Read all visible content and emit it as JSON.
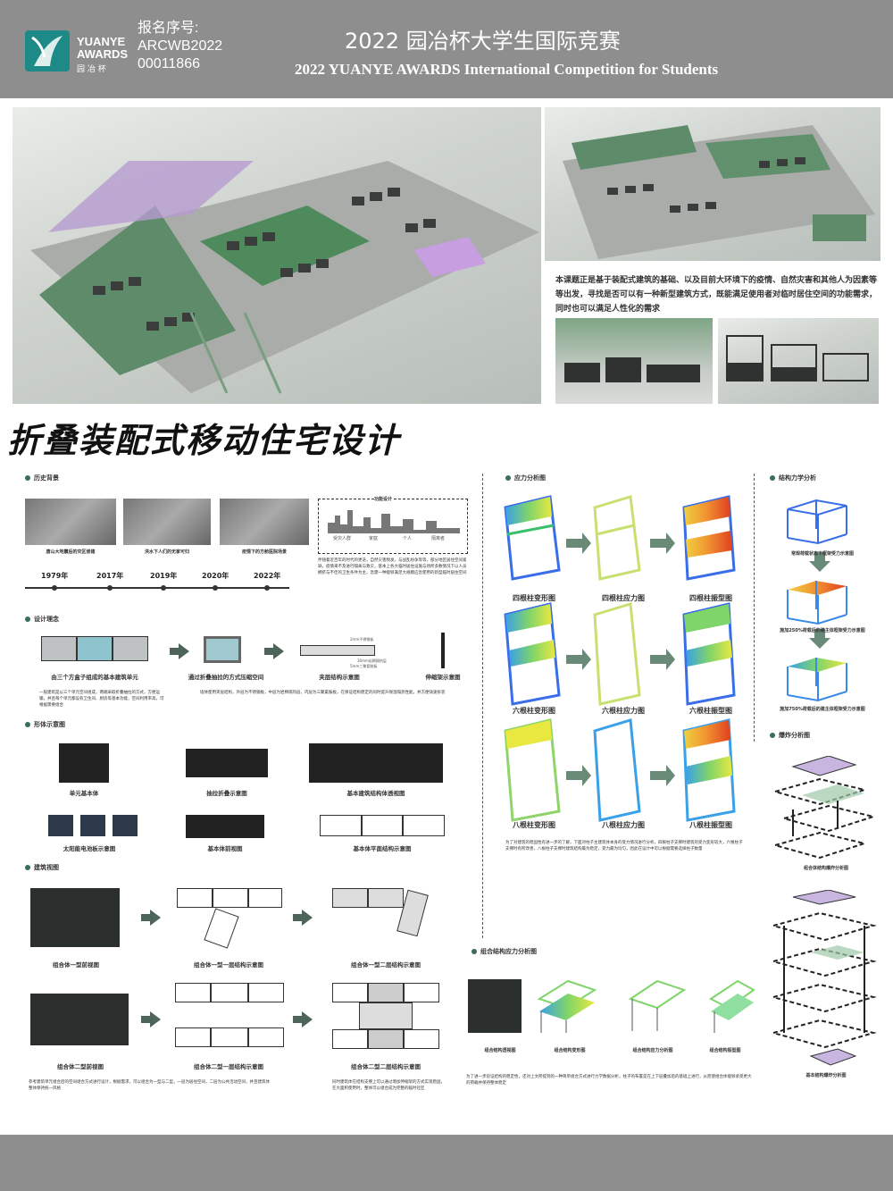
{
  "header": {
    "logo_line1": "YUANYE",
    "logo_line2": "AWARDS",
    "logo_sub": "园 冶 杯",
    "reg_label": "报名序号:",
    "reg_number_1": "ARCWB2022",
    "reg_number_2": "00011866",
    "title_cn": "2022 园冶杯大学生国际竞赛",
    "title_en": "2022 YUANYE AWARDS International Competition for  Students"
  },
  "intro_text": "本课题正是基于装配式建筑的基础、以及目前大环境下的疫情、自然灾害和其他人为因素等等出发，寻找是否可以有一种新型建筑方式，既能满足使用者对临时居住空间的功能需求，同时也可以满足人性化的需求",
  "main_title": "折叠装配式移动住宅设计",
  "history": {
    "heading": "历史背景",
    "photos": [
      {
        "caption": "唐山大地震后的灾区修建"
      },
      {
        "caption": "洪水下人们的无家可归"
      },
      {
        "caption": "疫情下的方舱医院场景"
      }
    ],
    "timeline": [
      "1979年",
      "2017年",
      "2019年",
      "2020年",
      "2022年"
    ],
    "design_box_title": "功能设计",
    "design_box_labels": [
      "受灾人群",
      "家庭",
      "个人",
      "隔离者"
    ],
    "design_text": "伴随着近百年的时代的更迭，自然灾害频发，与战乱纷争等等，部分地区居住空间紧缺，疫情来不及进行隔离与救灾，基本上各大临时居住设施与场所多数情况下以人员拥挤与不佳的卫生条件为主，急需一种能够满足大规模应急使用的新型临时居住空间"
  },
  "concept": {
    "heading": "设计理念",
    "items": [
      {
        "caption": "由三个方盒子组成的基本建筑单元"
      },
      {
        "caption": "通过折叠抽拉的方式压缩空间"
      },
      {
        "caption": "夹层结构示意图"
      },
      {
        "caption": "伸缩架示意图"
      }
    ],
    "layer_labels": [
      "2mm不锈钢板",
      "30mm岩棉隔热层",
      "5mm三聚氰胺板"
    ],
    "text_1": "一般建筑是以三个单元空间组成，两端采取折叠抽拉的方式，方便运输，并且每个单元都设有卫生间、厨房等基本功能，空间利用率高，可根据需要组合",
    "text_2": "墙体使用夹层结构，外层为不锈钢板，中层为岩棉隔热层，内层为三聚氰胺板，在保证结构稳定的同时提升保温隔热性能，并方便快速拆装"
  },
  "form": {
    "heading": "形体示意图",
    "items": [
      {
        "caption": "单元基本体"
      },
      {
        "caption": "抽拉折叠示意图"
      },
      {
        "caption": "基本建筑结构体透视图"
      },
      {
        "caption": "太阳能电池板示意图"
      },
      {
        "caption": "基本体前视图"
      },
      {
        "caption": "基本体平面结构示意图"
      }
    ]
  },
  "views": {
    "heading": "建筑视图",
    "items": [
      {
        "caption": "组合体一型前视图"
      },
      {
        "caption": "组合体一型一层结构示意图"
      },
      {
        "caption": "组合体一型二层结构示意图"
      },
      {
        "caption": "组合体二型前视图"
      },
      {
        "caption": "组合体二型一层结构示意图"
      },
      {
        "caption": "组合体二型二层结构示意图"
      }
    ],
    "text_1": "参考建筑单元组合后的空间组合方式进行设计，根据需求，可以组合为一型与二型，一层为居住空间，二层为公共活动空间，并且建筑体整体保持统一风格",
    "text_2": "同时建筑体在结构支撑上可以通过增加伸缩架的方式实现稳固，在大面积使用时，整体可以组合成为完整的临时社区"
  },
  "stress": {
    "heading": "应力分析图",
    "rows": [
      [
        "四根柱变形图",
        "四根柱应力图",
        "四根柱振型图"
      ],
      [
        "六根柱变形图",
        "六根柱应力图",
        "六根柱振型图"
      ],
      [
        "八根柱变形图",
        "八根柱应力图",
        "八根柱振型图"
      ]
    ],
    "text": "为了对建筑的稳固性有进一步的了解，下面对柱子主建筑体本身的受力情况进行分析，四根柱子支撑时建筑的受力变形较大，六根柱子支撑时有所改善，八根柱子支撑时建筑结构最为稳定，受力最为均匀，因此在设计中可以根据需要选择柱子数量"
  },
  "combo": {
    "heading": "组合结构应力分析图",
    "items": [
      {
        "caption": "组合结构透视图"
      },
      {
        "caption": "组合结构变形图"
      },
      {
        "caption": "组合结构应力分析图"
      },
      {
        "caption": "组合结构振型图"
      }
    ],
    "text": "为了进一步验证结构的稳定性，还对上文所提到的一种简单组合方式进行力学数据分析，柱子的布置是在上下层叠加后的基础上进行，从而使组合体能够承受更大的荷载并保持整体稳定"
  },
  "mech": {
    "heading": "结构力学分析",
    "items": [
      {
        "caption": "常规荷载状态下框架受力示意图"
      },
      {
        "caption": "施加250%荷载后的建主体框架受力示意图"
      },
      {
        "caption": "施加750%荷载后的建主体框架受力示意图"
      }
    ]
  },
  "explode": {
    "heading": "爆炸分析图",
    "items": [
      {
        "caption": "组合体结构爆炸分析图"
      },
      {
        "caption": "基本结构爆炸分析图"
      }
    ]
  }
}
